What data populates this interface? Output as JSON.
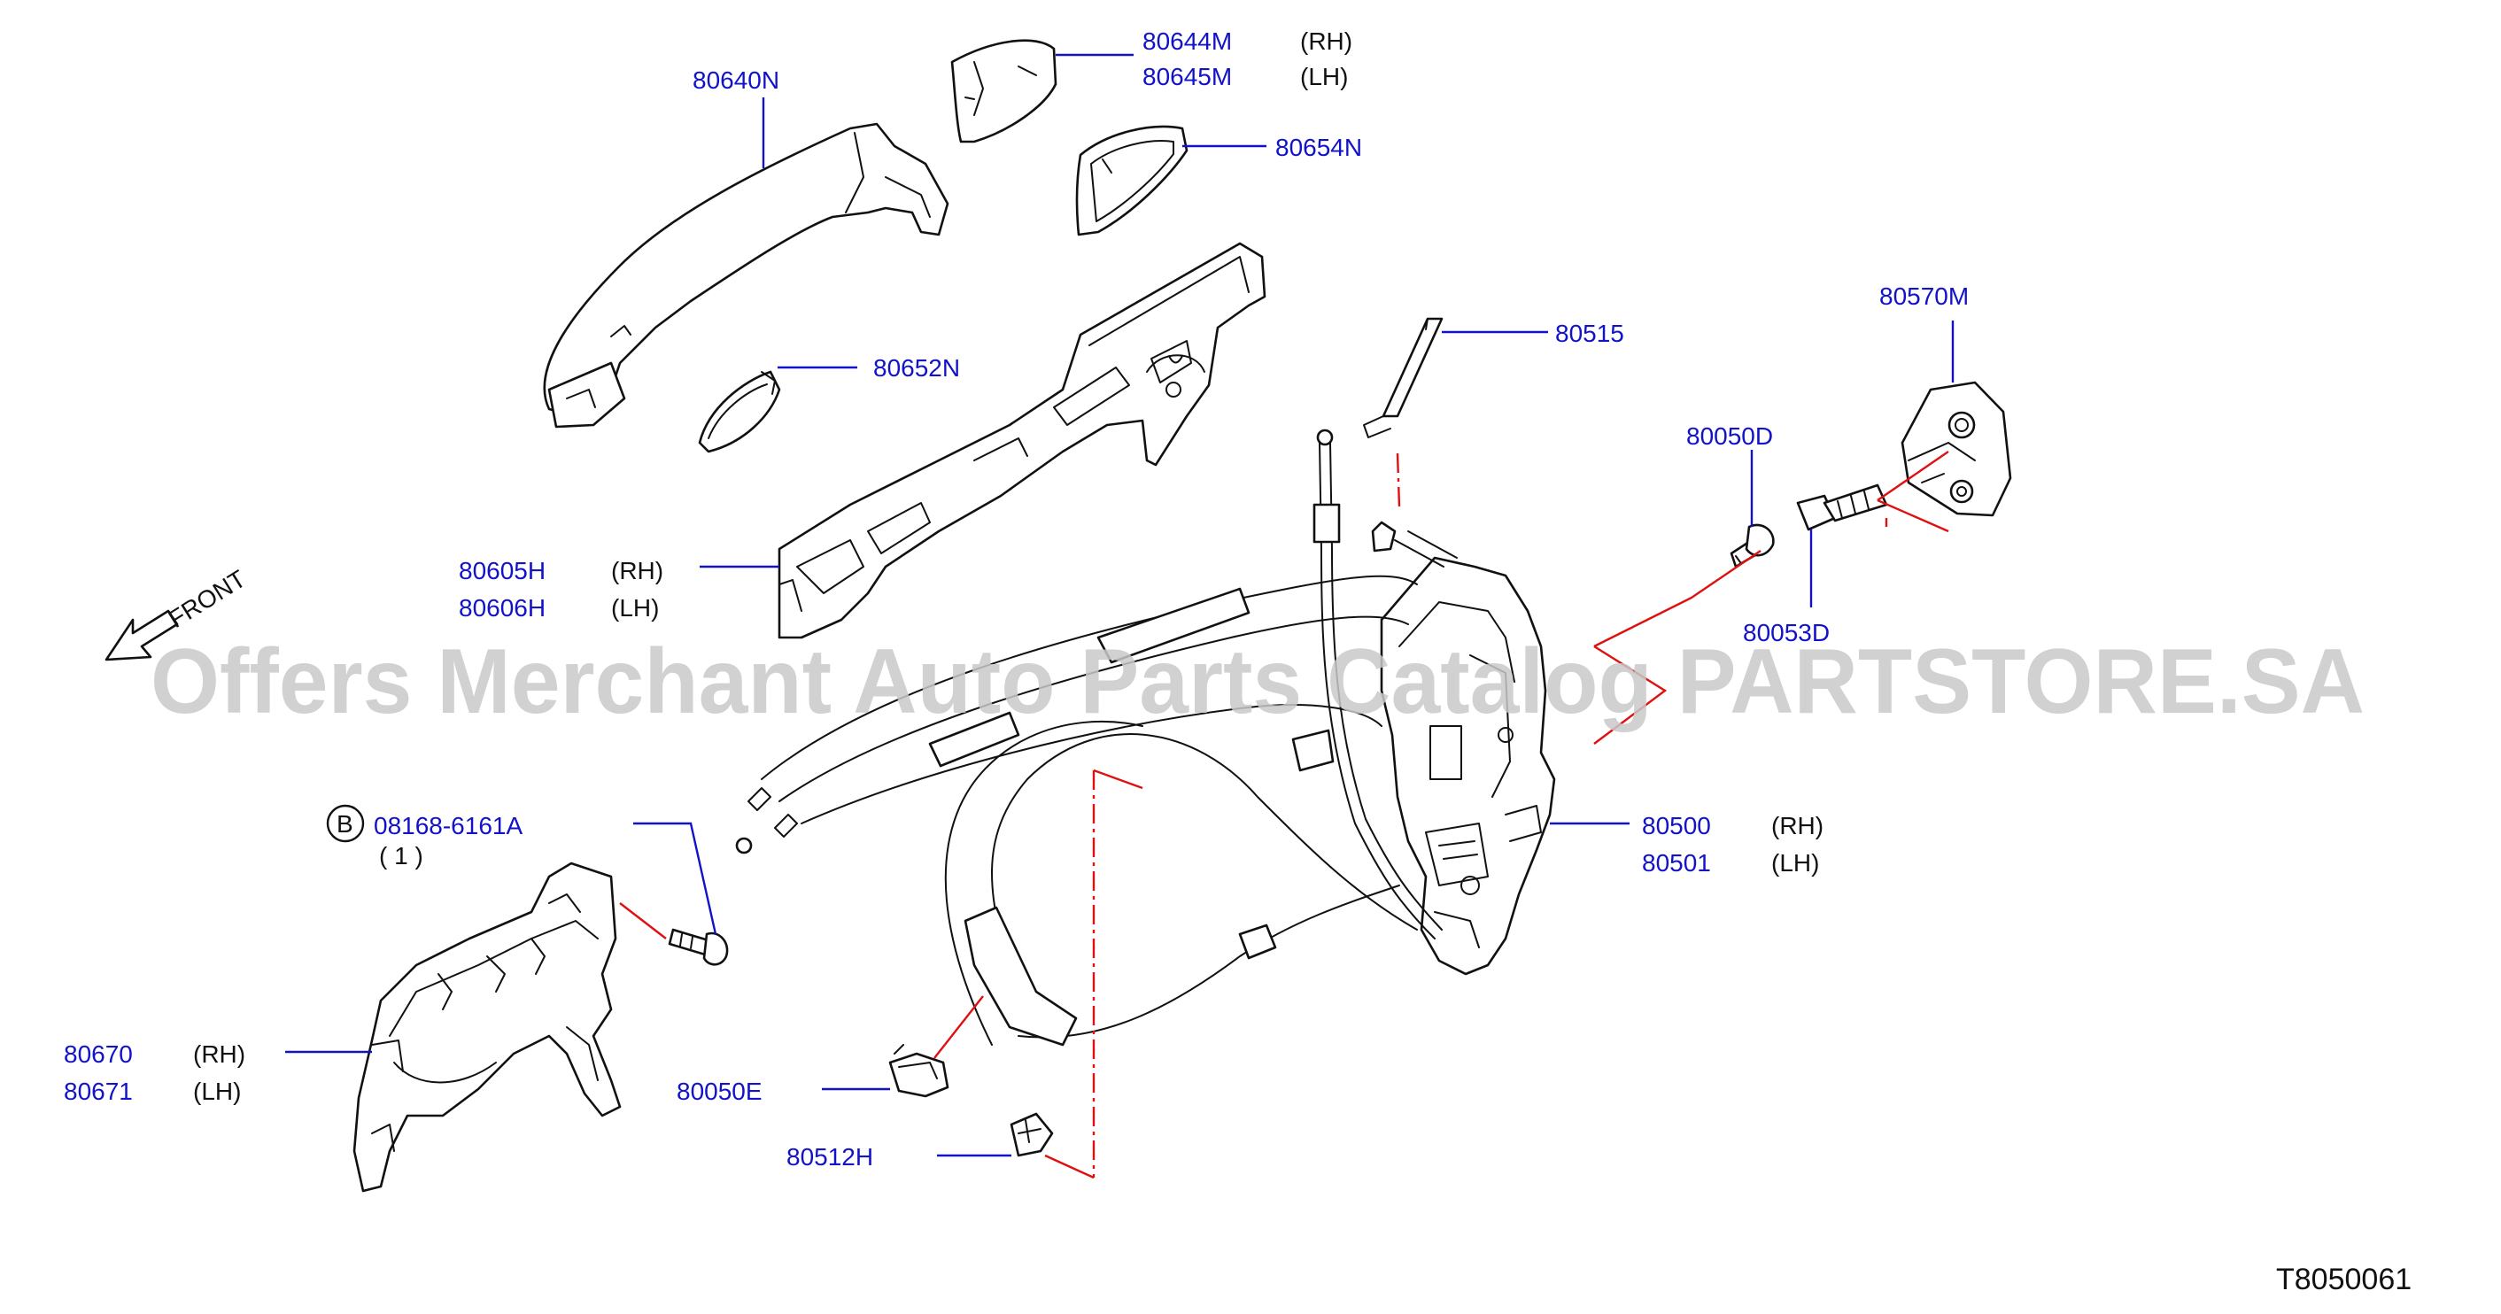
{
  "callouts": [
    {
      "id": "80640N",
      "number": "80640N",
      "qualifier": ""
    },
    {
      "id": "80644M",
      "number": "80644M",
      "qualifier": "(RH)"
    },
    {
      "id": "80645M",
      "number": "80645M",
      "qualifier": "(LH)"
    },
    {
      "id": "80654N",
      "number": "80654N",
      "qualifier": ""
    },
    {
      "id": "80652N",
      "number": "80652N",
      "qualifier": ""
    },
    {
      "id": "80515",
      "number": "80515",
      "qualifier": ""
    },
    {
      "id": "80570M",
      "number": "80570M",
      "qualifier": ""
    },
    {
      "id": "80050D",
      "number": "80050D",
      "qualifier": ""
    },
    {
      "id": "80053D",
      "number": "80053D",
      "qualifier": ""
    },
    {
      "id": "80605H",
      "number": "80605H",
      "qualifier": "(RH)"
    },
    {
      "id": "80606H",
      "number": "80606H",
      "qualifier": "(LH)"
    },
    {
      "id": "80500",
      "number": "80500",
      "qualifier": "(RH)"
    },
    {
      "id": "80501",
      "number": "80501",
      "qualifier": "(LH)"
    },
    {
      "id": "08168",
      "number": "08168-6161A",
      "qualifier": "( 1 )",
      "marker": "B"
    },
    {
      "id": "80670",
      "number": "80670",
      "qualifier": "(RH)"
    },
    {
      "id": "80671",
      "number": "80671",
      "qualifier": "(LH)"
    },
    {
      "id": "80050E",
      "number": "80050E",
      "qualifier": ""
    },
    {
      "id": "80512H",
      "number": "80512H",
      "qualifier": ""
    }
  ],
  "direction_label": "FRONT",
  "watermark": "Offers Merchant Auto Parts Catalog PARTSTORE.SA",
  "diagram_code": "T8050061",
  "colors": {
    "callout": "#1212c8",
    "leader": "#1212c8",
    "alignment": "#e01010",
    "outline": "#111111",
    "watermark": "#c9c9c9"
  }
}
